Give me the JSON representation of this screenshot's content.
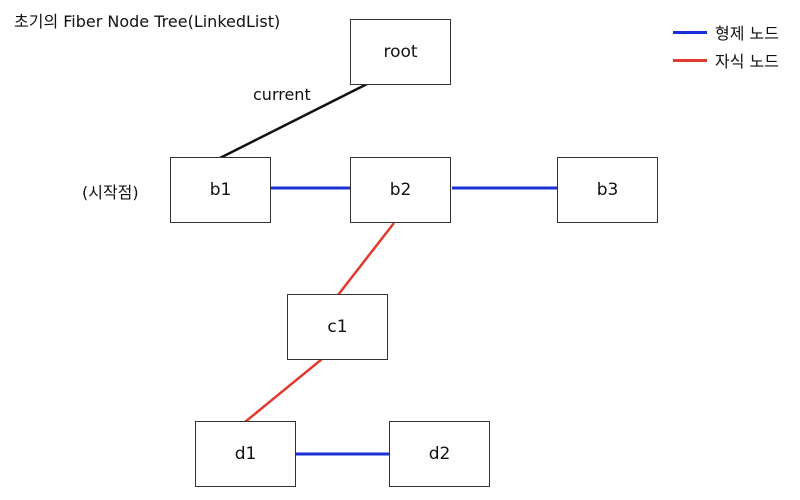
{
  "title": "초기의 Fiber Node Tree(LinkedList)",
  "legend": {
    "sibling": {
      "label": "형제 노드",
      "color": "#1a2fd6"
    },
    "child": {
      "label": "자식 노드",
      "color": "#e03a2f"
    }
  },
  "nodes": {
    "root": "root",
    "b1": "b1",
    "b2": "b2",
    "b3": "b3",
    "c1": "c1",
    "d1": "d1",
    "d2": "d2"
  },
  "labels": {
    "current": "current",
    "start": "(시작점)"
  },
  "colors": {
    "current_edge": "#111111",
    "node_border": "#333333"
  }
}
